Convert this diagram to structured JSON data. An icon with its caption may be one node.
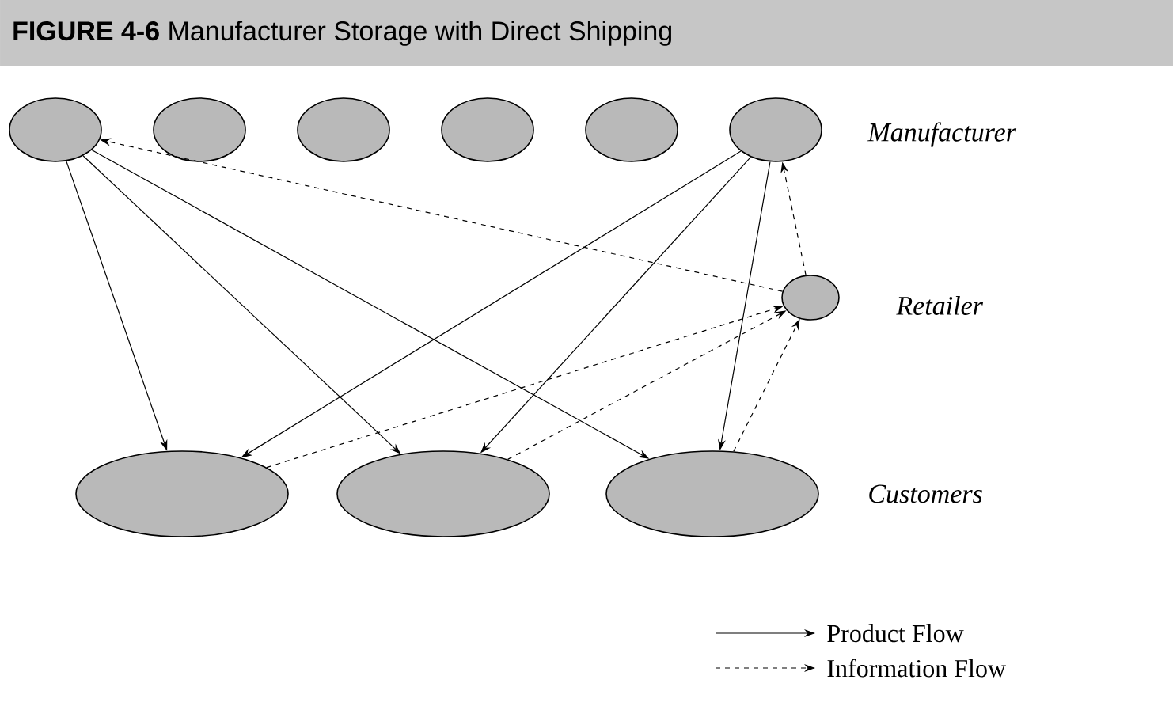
{
  "diagram": {
    "title": "**FIGURE 4-6** Manufacturer Storage with Direct Shipping",
    "nodes": [
      {
        "text": [],
        "shape": "circle"
      },
      {
        "text": [],
        "shape": "circle"
      },
      {
        "text": [],
        "shape": "circle"
      },
      {
        "text": [],
        "shape": "circle"
      },
      {
        "text": [],
        "shape": "circle"
      },
      {
        "text": [],
        "shape": "circle"
      },
      {
        "text": [],
        "shape": "circle"
      },
      {
        "text": [],
        "shape": "circle"
      },
      {
        "text": [],
        "shape": "circle"
      },
      {
        "text": [],
        "shape": "circle"
      }
    ],
    "edges": [
      {
        "from": 0,
        "to": 7,
        "arrow": "to"
      },
      {
        "from": 0,
        "to": 8,
        "arrow": "to"
      },
      {
        "from": 0,
        "to": 9,
        "arrow": "to"
      },
      {
        "from": 5,
        "to": 7,
        "arrow": "to"
      },
      {
        "from": 5,
        "to": 8,
        "arrow": "to"
      },
      {
        "from": 5,
        "to": 9,
        "arrow": "to"
      },
      {
        "from": 6,
        "to": 0,
        "arrow": "to",
        "style": "dashed"
      },
      {
        "from": 6,
        "to": 5,
        "arrow": "to",
        "style": "dashed"
      },
      {
        "from": 7,
        "to": 6,
        "arrow": "to",
        "style": "dashed"
      },
      {
        "from": 8,
        "to": 6,
        "arrow": "to",
        "style": "dashed"
      },
      {
        "from": 9,
        "to": 6,
        "arrow": "to",
        "style": "dashed"
      }
    ],
    "labels": [
      "Manufacturer",
      "Retailer",
      "Customers"
    ],
    "legend": [
      {
        "text": "Product Flow"
      },
      {
        "text": "Information Flow"
      }
    ]
  }
}
